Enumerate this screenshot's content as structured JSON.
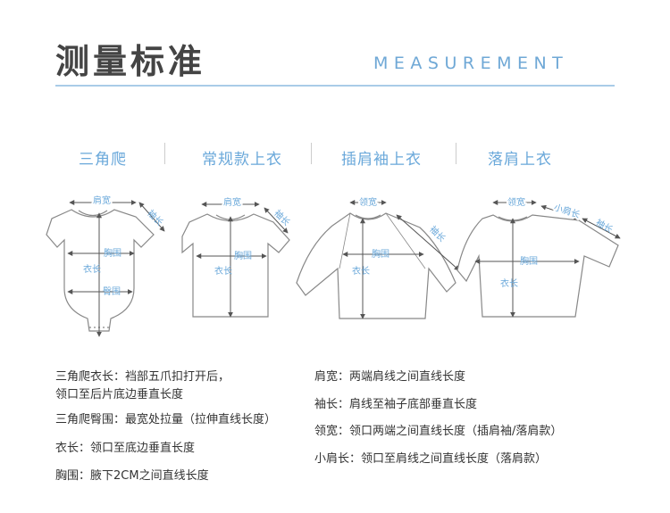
{
  "header": {
    "title": "测量标准",
    "subtitle": "MEASUREMENT"
  },
  "categories": [
    "三角爬",
    "常规款上衣",
    "插肩袖上衣",
    "落肩上衣"
  ],
  "diagram_labels": {
    "romper": {
      "shoulder": "肩宽",
      "sleeve": "袖长",
      "chest": "胸围",
      "length": "衣长",
      "hip": "臀围"
    },
    "regular": {
      "shoulder": "肩宽",
      "sleeve": "袖长",
      "chest": "胸围",
      "length": "衣长"
    },
    "raglan": {
      "collar": "领宽",
      "sleeve": "袖长",
      "chest": "胸围",
      "length": "衣长"
    },
    "dropped": {
      "collar": "领宽",
      "small_shoulder": "小肩长",
      "sleeve": "袖长",
      "chest": "胸围",
      "length": "衣长"
    }
  },
  "definitions_left": [
    {
      "text": "三角爬衣长：裆部五爪扣打开后，\n领口至后片底边垂直长度"
    },
    {
      "text": "三角爬臀围：最宽处拉量（拉伸直线长度）"
    },
    {
      "text": "衣长：领口至底边垂直长度"
    },
    {
      "text": "胸围：腋下2CM之间直线长度"
    }
  ],
  "definitions_right": [
    {
      "text": "肩宽：两端肩线之间直线长度"
    },
    {
      "text": "袖长：肩线至袖子底部垂直长度"
    },
    {
      "text": "领宽：领口两端之间直线长度（插肩袖/落肩款）"
    },
    {
      "text": "小肩长：领口至肩线之间直线长度（落肩款）"
    }
  ],
  "colors": {
    "accent": "#6aa8da",
    "rule": "#a9cce8",
    "outline": "#888888",
    "measure": "#555555"
  }
}
